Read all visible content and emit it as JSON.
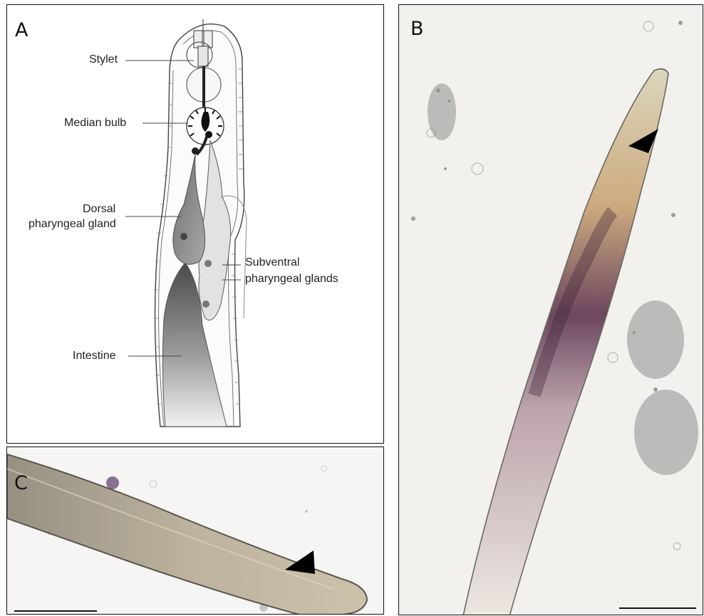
{
  "figure": {
    "panel_a": {
      "letter": "A",
      "labels": {
        "stylet": "Stylet",
        "median_bulb": "Median bulb",
        "dorsal_line1": "Dorsal",
        "dorsal_line2": "pharyngeal gland",
        "subventral_line1": "Subventral",
        "subventral_line2": "pharyngeal glands",
        "intestine": "Intestine"
      }
    },
    "panel_b": {
      "letter": "B"
    },
    "panel_c": {
      "letter": "C"
    },
    "colors": {
      "border": "#111111",
      "dorsal_gland": "#8c8c8c",
      "subventral_glands": "#e2e2e2",
      "intestine_dark": "#4a4a4a",
      "micrograph_bg": "#f3f1ee",
      "nematode_stain": "#5e3550"
    }
  }
}
